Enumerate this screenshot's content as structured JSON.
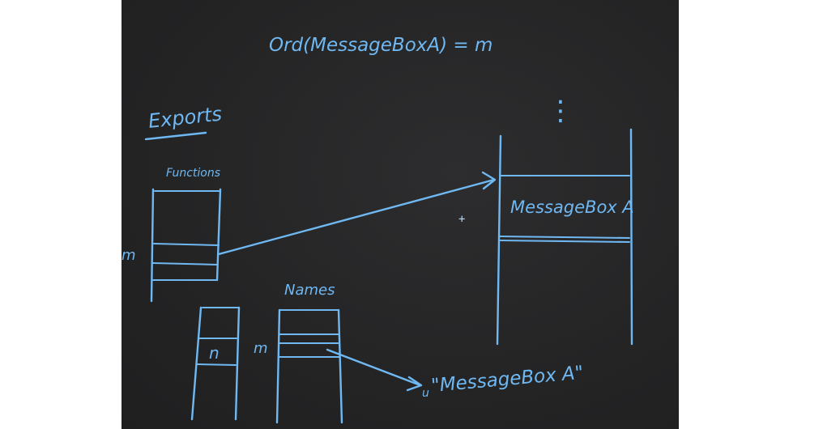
{
  "board": {
    "ordinal_formula": "Ord(MessageBoxA)  = m",
    "exports_label": "Exports",
    "functions_label": "Functions",
    "names_label": "Names",
    "functions_row_marker": "m",
    "names_row_marker": "m",
    "ordinals_cell_value": "n",
    "function_slot_label": "MessageBox A",
    "name_string": "\"MessageBox A\"",
    "name_string_marker": "u",
    "continuation_dots": "⋮",
    "cursor_glyph": "+"
  },
  "colors": {
    "chalk": "#6fb8f2",
    "board": "#262627"
  }
}
